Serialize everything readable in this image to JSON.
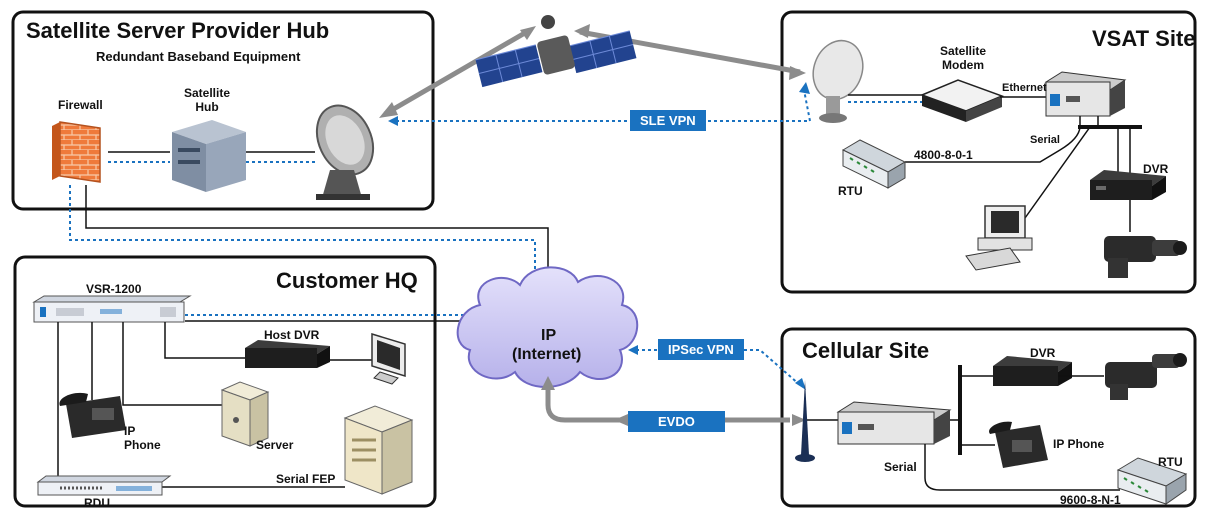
{
  "hub": {
    "title": "Satellite Server Provider Hub",
    "subtitle": "Redundant Baseband Equipment",
    "firewall": "Firewall",
    "satellite_hub": "Satellite\nHub"
  },
  "vsat": {
    "title": "VSAT Site",
    "modem": "Satellite\nModem",
    "ethernet": "Ethernet",
    "serial": "Serial",
    "rtu": "RTU",
    "serial_setting": "4800-8-0-1",
    "dvr": "DVR"
  },
  "hq": {
    "title": "Customer HQ",
    "vsr": "VSR-1200",
    "host_dvr": "Host DVR",
    "ip_phone": "IP\nPhone",
    "server": "Server",
    "serial_fep": "Serial FEP",
    "rdu": "RDU"
  },
  "cloud": {
    "ip": "IP",
    "internet": "(Internet)"
  },
  "cellular": {
    "title": "Cellular Site",
    "dvr": "DVR",
    "ip_phone": "IP Phone",
    "serial": "Serial",
    "rtu": "RTU",
    "serial_setting": "9600-8-N-1"
  },
  "links": {
    "sle_vpn": "SLE VPN",
    "ipsec_vpn": "IPSec VPN",
    "evdo": "EVDO"
  },
  "colors": {
    "vpn_blue": "#1a72c0",
    "arrow_gray": "#8c8c8c",
    "cloud_fill": "#c9c5f0",
    "box_border": "#111111"
  }
}
